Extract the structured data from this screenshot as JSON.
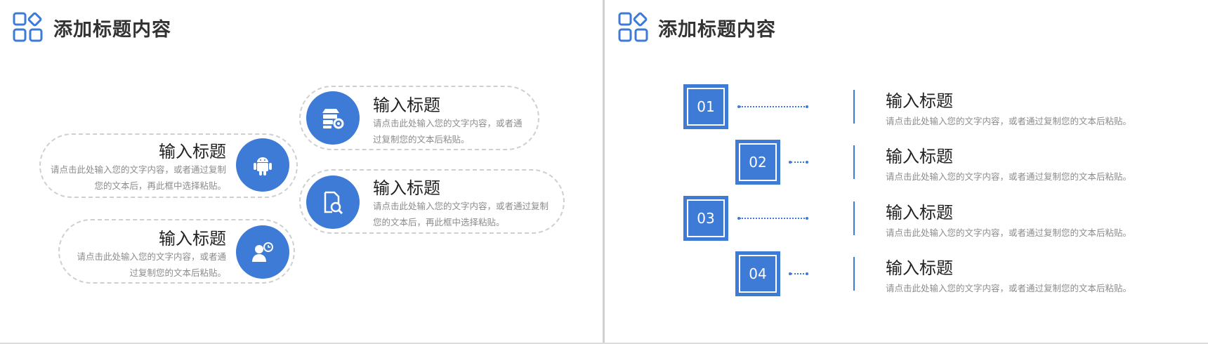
{
  "left_slide": {
    "header": {
      "title": "添加标题内容",
      "logo_icon": "grid-logo-icon"
    },
    "cards": [
      {
        "title": "输入标题",
        "desc_line1": "请点击此处输入您的文字内容，或者通",
        "desc_line2": "过复制您的文本后粘贴。",
        "icon": "server-gear-icon"
      },
      {
        "title": "输入标题",
        "desc_line1": "请点击此处输入您的文字内容，或者通过复制",
        "desc_line2": "您的文本后，再此框中选择粘贴。",
        "icon": "android-icon"
      },
      {
        "title": "输入标题",
        "desc_line1": "请点击此处输入您的文字内容，或者通过复制",
        "desc_line2": "您的文本后，再此框中选择粘贴。",
        "icon": "document-search-icon"
      },
      {
        "title": "输入标题",
        "desc_line1": "请点击此处输入您的文字内容，或者通",
        "desc_line2": "过复制您的文本后粘贴。",
        "icon": "user-clock-icon"
      }
    ]
  },
  "right_slide": {
    "header": {
      "title": "添加标题内容",
      "logo_icon": "grid-logo-icon"
    },
    "items": [
      {
        "number": "01",
        "title": "输入标题",
        "desc": "请点击此处输入您的文字内容，或者通过复制您的文本后粘贴。"
      },
      {
        "number": "02",
        "title": "输入标题",
        "desc": "请点击此处输入您的文字内容，或者通过复制您的文本后粘贴。"
      },
      {
        "number": "03",
        "title": "输入标题",
        "desc": "请点击此处输入您的文字内容，或者通过复制您的文本后粘贴。"
      },
      {
        "number": "04",
        "title": "输入标题",
        "desc": "请点击此处输入您的文字内容，或者通过复制您的文本后粘贴。"
      }
    ]
  },
  "colors": {
    "accent": "#3e7bd6",
    "text": "#222222",
    "muted": "#8c8c8c",
    "dash": "#cfcfcf"
  }
}
